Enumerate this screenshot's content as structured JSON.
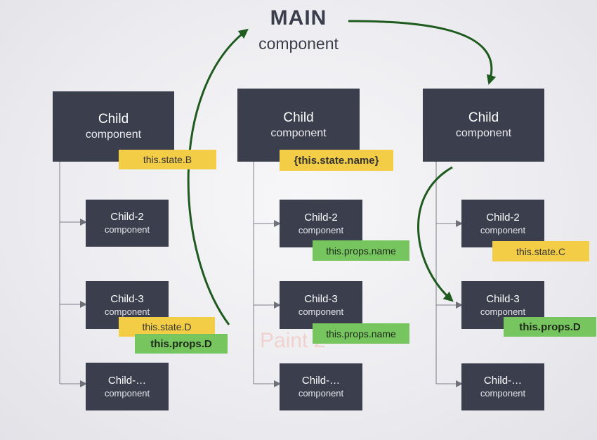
{
  "main": {
    "title": "MAIN",
    "subtitle": "component"
  },
  "columns": [
    {
      "parent": {
        "title": "Child",
        "subtitle": "component",
        "tag": "this.state.B"
      },
      "children": [
        {
          "title": "Child-2",
          "subtitle": "component"
        },
        {
          "title": "Child-3",
          "subtitle": "component",
          "tag_yellow": "this.state.D",
          "tag_green": "this.props.D"
        },
        {
          "title": "Child-…",
          "subtitle": "component"
        }
      ]
    },
    {
      "parent": {
        "title": "Child",
        "subtitle": "component",
        "tag": "{this.state.name}"
      },
      "children": [
        {
          "title": "Child-2",
          "subtitle": "component",
          "tag_green": "this.props.name"
        },
        {
          "title": "Child-3",
          "subtitle": "component",
          "tag_green": "this.props.name"
        },
        {
          "title": "Child-…",
          "subtitle": "component"
        }
      ]
    },
    {
      "parent": {
        "title": "Child",
        "subtitle": "component"
      },
      "children": [
        {
          "title": "Child-2",
          "subtitle": "component",
          "tag_yellow": "this.state.C"
        },
        {
          "title": "Child-3",
          "subtitle": "component",
          "tag_green": "this.props.D"
        },
        {
          "title": "Child-…",
          "subtitle": "component"
        }
      ]
    }
  ],
  "watermark": "Paint 2",
  "colors": {
    "box": "#3b3e4c",
    "state_tag": "#f4cd47",
    "props_tag": "#76c55f",
    "arrow": "#1f5a1f",
    "connector": "#7d7f88"
  }
}
